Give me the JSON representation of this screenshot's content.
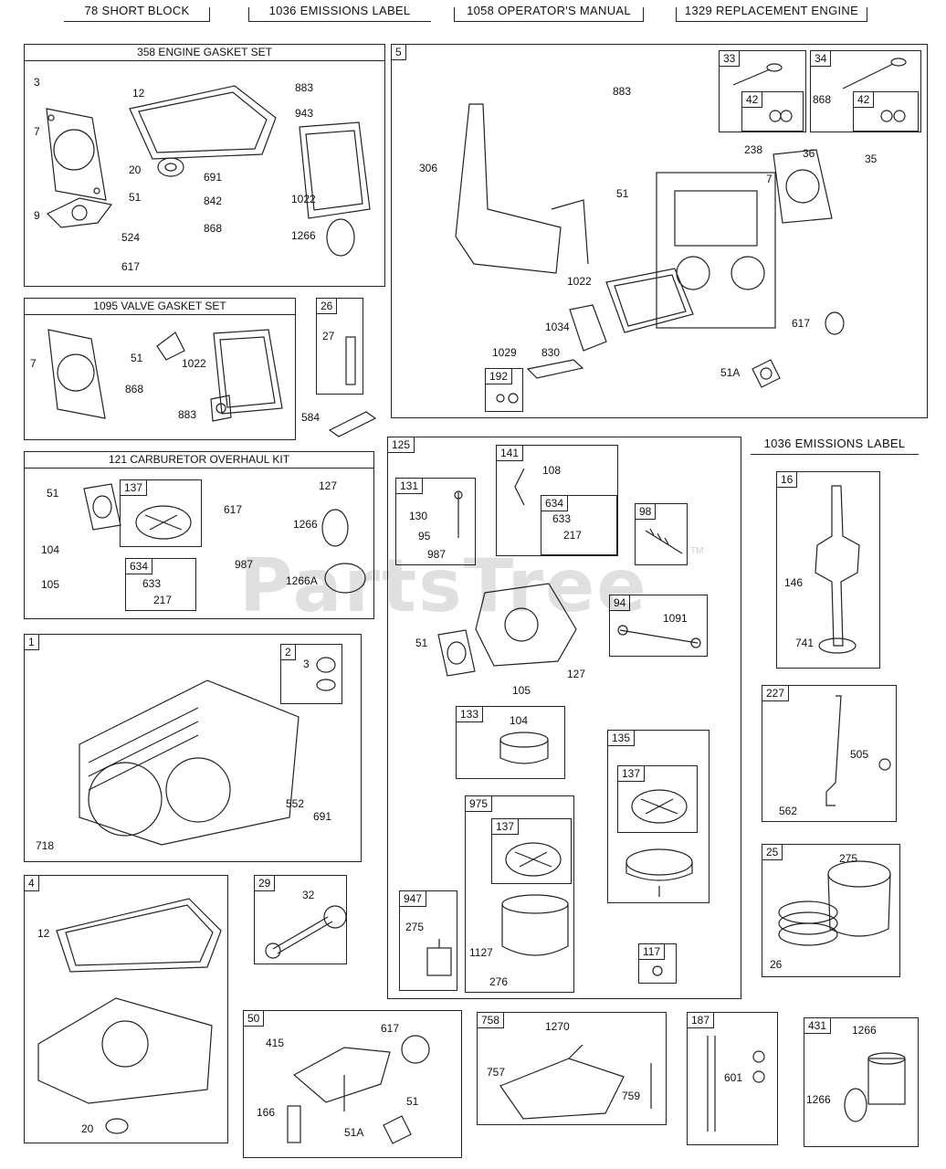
{
  "header": {
    "items": [
      "78 SHORT BLOCK",
      "1036 EMISSIONS LABEL",
      "1058 OPERATOR'S MANUAL",
      "1329 REPLACEMENT ENGINE"
    ]
  },
  "watermark": {
    "text": "PartsTree",
    "tm": "TM"
  },
  "engine_gasket_set": {
    "title": "358 ENGINE GASKET SET",
    "labels": [
      "3",
      "12",
      "883",
      "943",
      "7",
      "20",
      "691",
      "51",
      "842",
      "1022",
      "9",
      "524",
      "868",
      "1266",
      "617"
    ]
  },
  "valve_gasket_set": {
    "title": "1095 VALVE GASKET SET",
    "labels": [
      "7",
      "51",
      "1022",
      "868",
      "883"
    ]
  },
  "box26": {
    "tag": "26",
    "labels": [
      "27"
    ]
  },
  "loose_584": "584",
  "box5": {
    "tag": "5",
    "labels": [
      "883",
      "306",
      "51",
      "238",
      "36",
      "7",
      "35",
      "1022",
      "1034",
      "617",
      "1029",
      "830",
      "51A"
    ],
    "box33": {
      "tag": "33",
      "inner_tag": "42"
    },
    "box34": {
      "tag": "34",
      "label": "868",
      "inner_tag": "42"
    },
    "box192": {
      "tag": "192"
    }
  },
  "carb_kit": {
    "title": "121 CARBURETOR OVERHAUL KIT",
    "labels": [
      "51",
      "127",
      "617",
      "1266",
      "104",
      "987",
      "105",
      "1266A"
    ],
    "box137": {
      "tag": "137"
    },
    "box634": {
      "tag": "634",
      "labels": [
        "633",
        "217"
      ]
    }
  },
  "box1": {
    "tag": "1",
    "labels": [
      "552",
      "691",
      "718"
    ],
    "box2": {
      "tag": "2",
      "label": "3"
    }
  },
  "box125": {
    "tag": "125",
    "box131": {
      "tag": "131",
      "labels": [
        "130",
        "95",
        "987"
      ]
    },
    "box141": {
      "tag": "141",
      "labels": [
        "108"
      ]
    },
    "box634": {
      "tag": "634",
      "labels": [
        "633",
        "217"
      ]
    },
    "box98": {
      "tag": "98"
    },
    "box94": {
      "tag": "94",
      "label": "1091"
    },
    "labels": [
      "51",
      "105",
      "127"
    ],
    "box133": {
      "tag": "133",
      "label": "104"
    },
    "box135": {
      "tag": "135",
      "inner_tag": "137"
    },
    "box975": {
      "tag": "975",
      "inner_tag": "137",
      "labels": [
        "1127",
        "276"
      ]
    },
    "box947": {
      "tag": "947",
      "label": "275"
    },
    "box117": {
      "tag": "117"
    }
  },
  "emissions_label_right": "1036 EMISSIONS LABEL",
  "box16": {
    "tag": "16",
    "labels": [
      "146",
      "741"
    ]
  },
  "box227": {
    "tag": "227",
    "labels": [
      "505",
      "562"
    ]
  },
  "box25": {
    "tag": "25",
    "labels": [
      "275",
      "26"
    ]
  },
  "box4": {
    "tag": "4",
    "labels": [
      "12",
      "20"
    ]
  },
  "box29": {
    "tag": "29",
    "label": "32"
  },
  "box50": {
    "tag": "50",
    "labels": [
      "415",
      "617",
      "166",
      "51",
      "51A"
    ]
  },
  "box758": {
    "tag": "758",
    "labels": [
      "1270",
      "757",
      "759"
    ]
  },
  "box187": {
    "tag": "187",
    "label": "601"
  },
  "box431": {
    "tag": "431",
    "labels": [
      "1266",
      "1266"
    ]
  }
}
